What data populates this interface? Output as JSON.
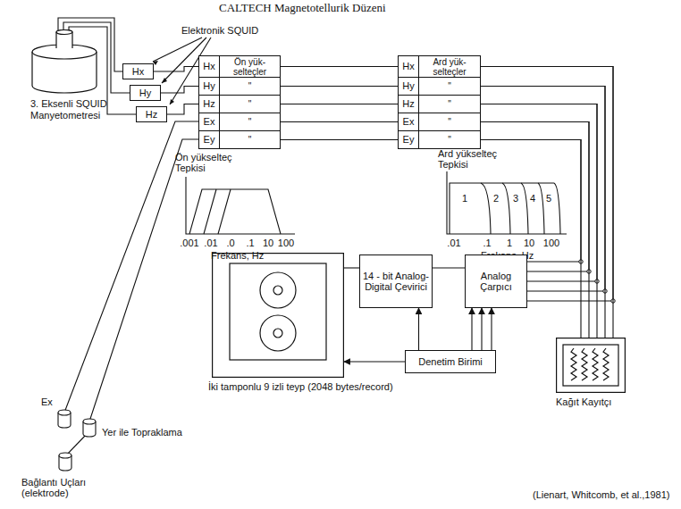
{
  "diagram": {
    "title": "CALTECH Magnetotellurik Düzeni",
    "nodes": [
      {
        "text": [
          "3. Eksenli SQUID Manyetometresi"
        ]
      },
      {
        "text": [
          "Hx"
        ]
      },
      {
        "text": [
          "Hy"
        ]
      },
      {
        "text": [
          "Hz"
        ]
      },
      {
        "text": [
          "Hx",
          "Ön yük- selteçler"
        ]
      },
      {
        "text": [
          "Hy",
          "\""
        ]
      },
      {
        "text": [
          "Hz",
          "\""
        ]
      },
      {
        "text": [
          "Ex",
          "\""
        ]
      },
      {
        "text": [
          "Ey",
          "\""
        ]
      },
      {
        "text": [
          "Hx",
          "Ard yük- selteçler"
        ]
      },
      {
        "text": [
          "Hy",
          "\""
        ]
      },
      {
        "text": [
          "Hz",
          "\""
        ]
      },
      {
        "text": [
          "Ex",
          "\""
        ]
      },
      {
        "text": [
          "Ey",
          "\""
        ]
      },
      {
        "text": [
          "İki tamponlu 9 izli teyp (2048 bytes/record)"
        ]
      },
      {
        "text": [
          "14 - bit Analog-Digital Çevirici"
        ]
      },
      {
        "text": [
          "Analog Çarpıcı"
        ]
      },
      {
        "text": [
          "Denetim Birimi"
        ]
      },
      {
        "text": [
          "Kağıt Kayıtçı"
        ]
      }
    ],
    "edges": [
      {
        "from": 0,
        "to": 1,
        "arrow": "none"
      },
      {
        "from": 0,
        "to": 2,
        "arrow": "none"
      },
      {
        "from": 0,
        "to": 3,
        "arrow": "none"
      },
      {
        "from": 1,
        "to": 4,
        "arrow": "none"
      },
      {
        "from": 2,
        "to": 5,
        "arrow": "none"
      },
      {
        "from": 3,
        "to": 6,
        "arrow": "none"
      },
      {
        "from": 4,
        "to": 9,
        "arrow": "none"
      },
      {
        "from": 5,
        "to": 10,
        "arrow": "none"
      },
      {
        "from": 6,
        "to": 11,
        "arrow": "none"
      },
      {
        "from": 7,
        "to": 12,
        "arrow": "none"
      },
      {
        "from": 8,
        "to": 13,
        "arrow": "none"
      },
      {
        "from": 9,
        "to": 16,
        "arrow": "none"
      },
      {
        "from": 10,
        "to": 16,
        "arrow": "none"
      },
      {
        "from": 11,
        "to": 16,
        "arrow": "none"
      },
      {
        "from": 12,
        "to": 16,
        "arrow": "none"
      },
      {
        "from": 13,
        "to": 16,
        "arrow": "none"
      },
      {
        "from": 9,
        "to": 18,
        "arrow": "none"
      },
      {
        "from": 10,
        "to": 18,
        "arrow": "none"
      },
      {
        "from": 11,
        "to": 18,
        "arrow": "none"
      },
      {
        "from": 12,
        "to": 18,
        "arrow": "none"
      },
      {
        "from": 13,
        "to": 18,
        "arrow": "none"
      },
      {
        "from": 16,
        "to": 15,
        "arrow": "none"
      },
      {
        "from": 15,
        "to": 14,
        "arrow": "none"
      },
      {
        "from": 17,
        "to": 15,
        "arrow": "to"
      },
      {
        "from": 17,
        "to": 16,
        "arrow": "to"
      },
      {
        "from": 17,
        "to": 16,
        "arrow": "to"
      },
      {
        "from": 17,
        "to": 16,
        "arrow": "to"
      },
      {
        "from": 17,
        "to": 14,
        "arrow": "to"
      }
    ],
    "labels": [
      "Elektronik SQUID",
      "Ön yükselteç Tepkisi",
      ".001",
      ".01",
      ".0",
      ".1",
      "10",
      "100",
      "Frekans, Hz",
      "Ard yükselteç Tepkisi",
      ".01",
      ".1",
      "1",
      "10",
      "100",
      "1",
      "2",
      "3",
      "4",
      "5",
      "Frekans, Hz",
      "Ex",
      "Yer ile Topraklama",
      "Bağlantı Uçları (elektrode)",
      "(Lienart, Whitcomb, et al.,1981)"
    ]
  }
}
